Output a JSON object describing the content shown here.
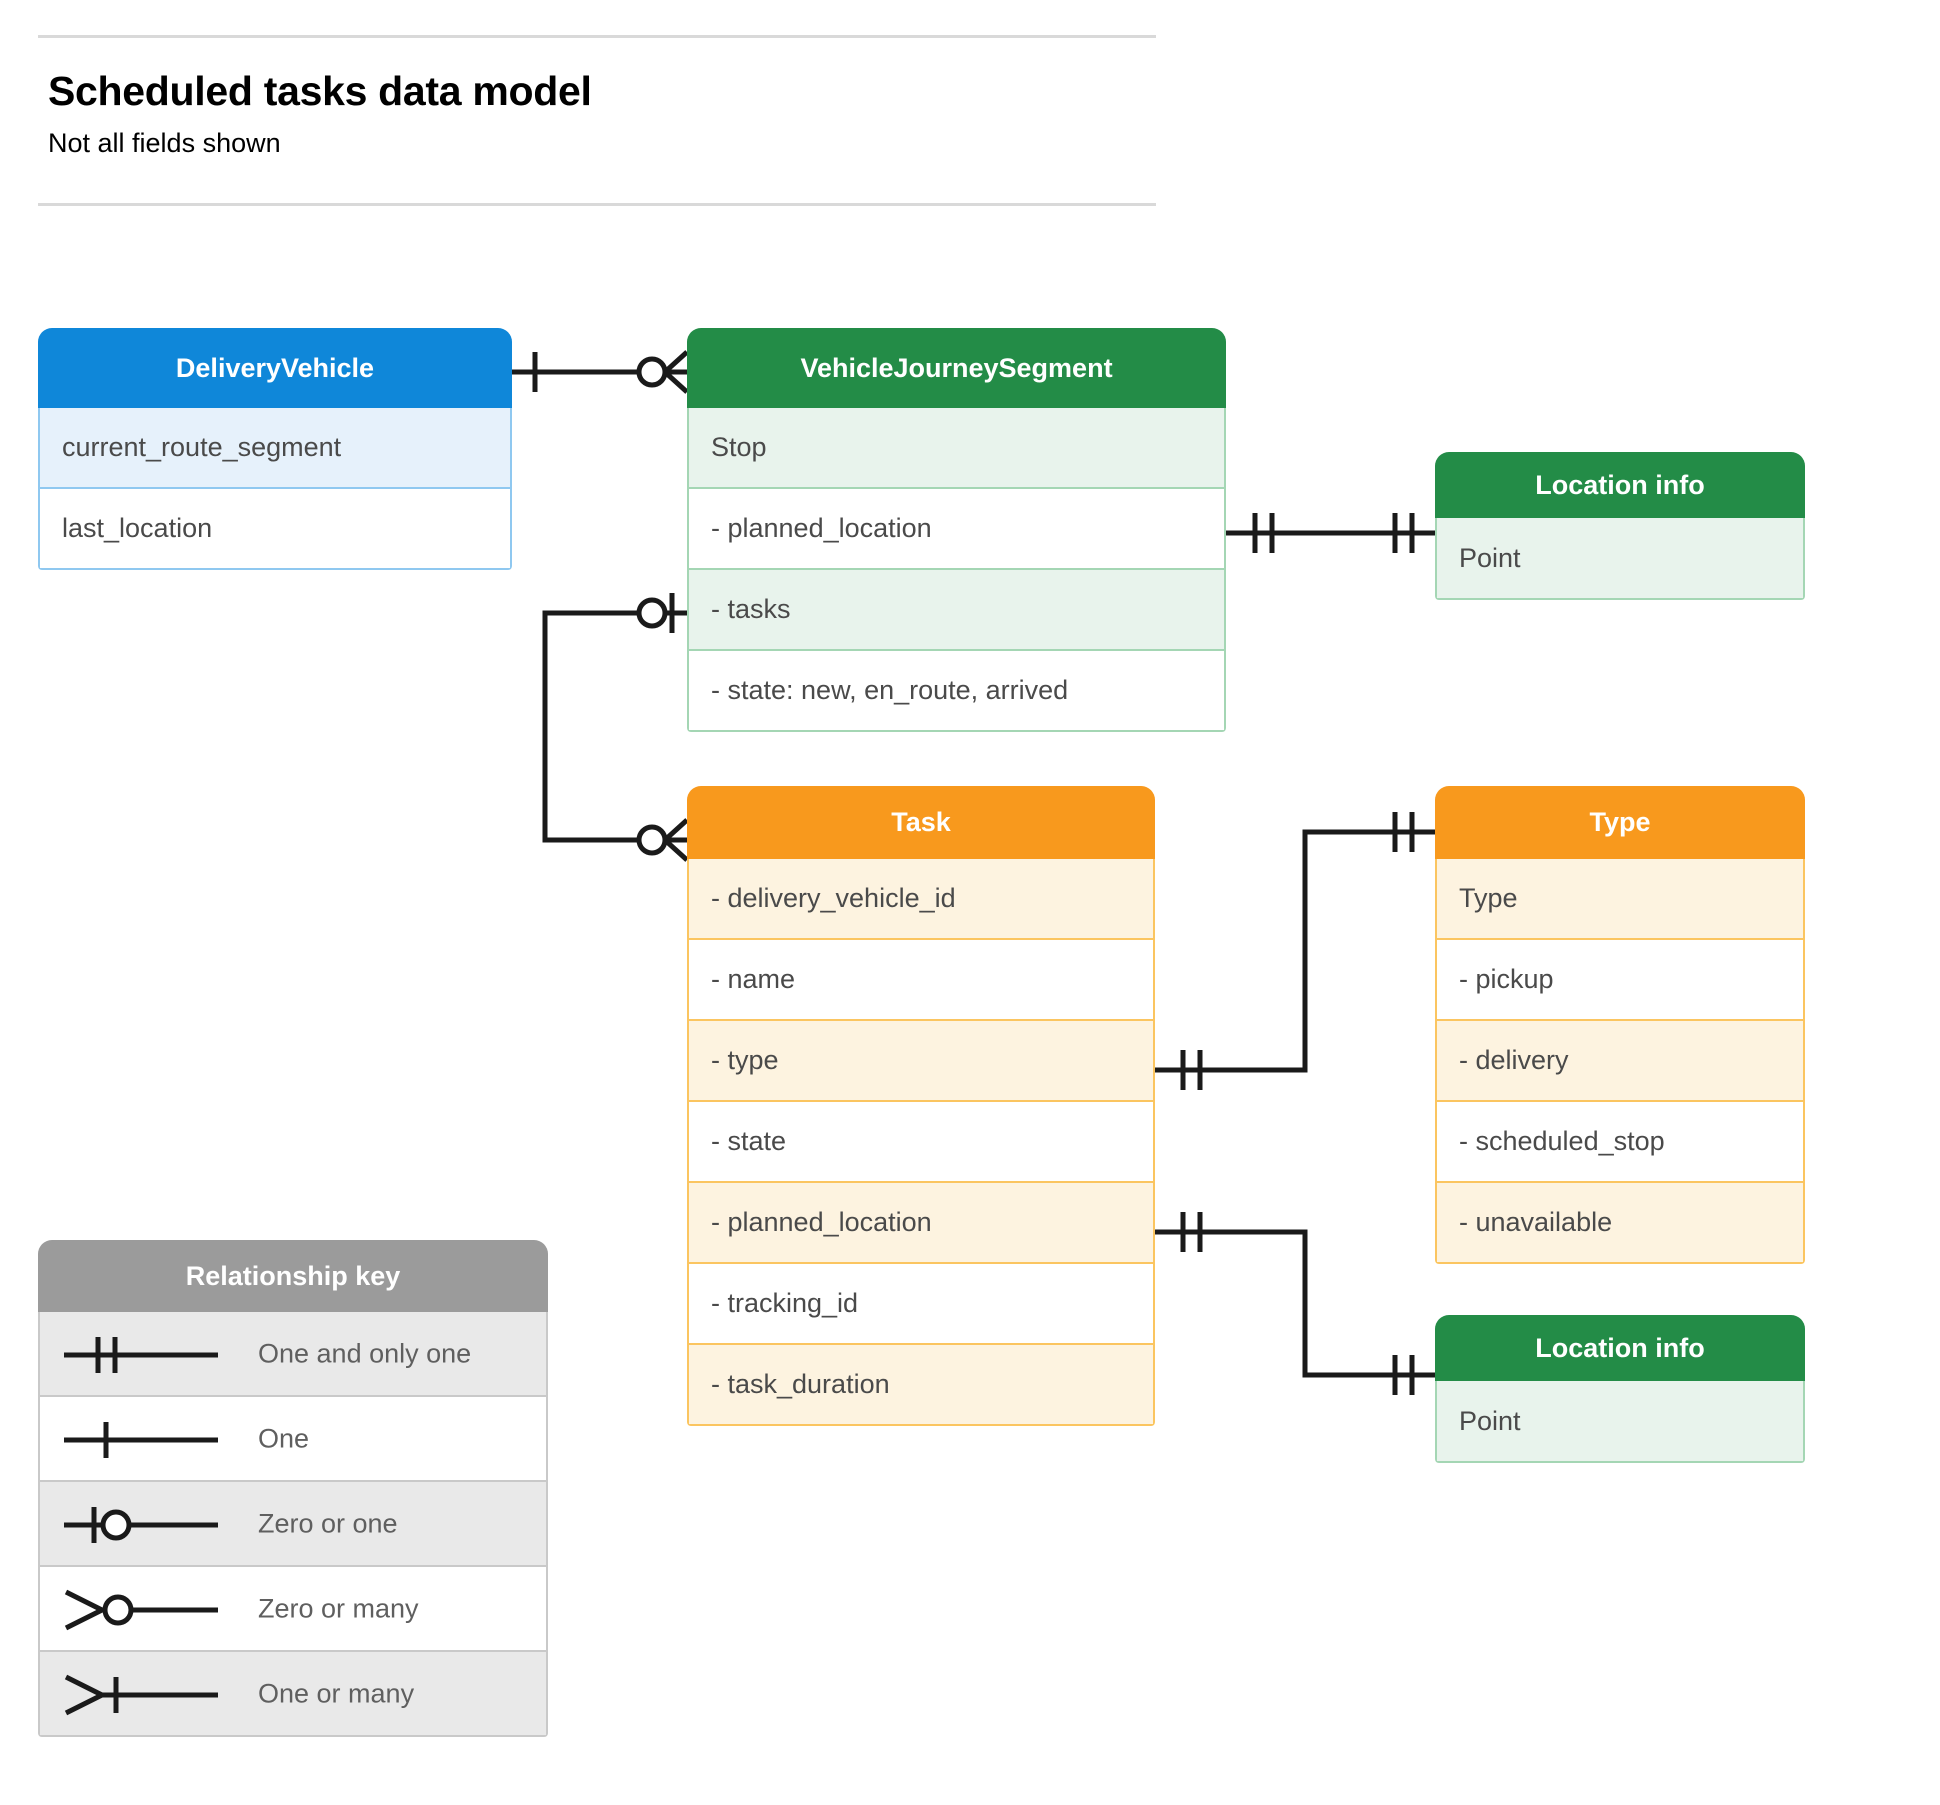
{
  "header": {
    "title": "Scheduled tasks data model",
    "subtitle": "Not all fields shown"
  },
  "entities": {
    "delivery_vehicle": {
      "title": "DeliveryVehicle",
      "color": "#0f87d9",
      "rows": [
        "current_route_segment",
        "last_location"
      ]
    },
    "vehicle_journey_segment": {
      "title": "VehicleJourneySegment",
      "color": "#238c47",
      "rows": [
        "Stop",
        "-  planned_location",
        "- tasks",
        "- state: new, en_route, arrived"
      ]
    },
    "location_info_top": {
      "title": "Location info",
      "color": "#238c47",
      "rows": [
        "Point"
      ]
    },
    "task": {
      "title": "Task",
      "color": "#f8991d",
      "rows": [
        "- delivery_vehicle_id",
        "- name",
        "- type",
        "- state",
        "- planned_location",
        "- tracking_id",
        "- task_duration"
      ]
    },
    "type": {
      "title": "Type",
      "color": "#f8991d",
      "rows": [
        "Type",
        "-   pickup",
        "-   delivery",
        "-   scheduled_stop",
        "-   unavailable"
      ]
    },
    "location_info_bottom": {
      "title": "Location info",
      "color": "#238c47",
      "rows": [
        "Point"
      ]
    }
  },
  "legend": {
    "title": "Relationship key",
    "items": [
      {
        "symbol": "one-and-only-one",
        "label": "One and only one"
      },
      {
        "symbol": "one",
        "label": "One"
      },
      {
        "symbol": "zero-or-one",
        "label": "Zero or one"
      },
      {
        "symbol": "zero-or-many",
        "label": "Zero or many"
      },
      {
        "symbol": "one-or-many",
        "label": "One or many"
      }
    ]
  },
  "relationships": [
    {
      "from": "DeliveryVehicle",
      "from_cardinality": "one",
      "to": "VehicleJourneySegment",
      "to_cardinality": "zero-or-many"
    },
    {
      "from": "VehicleJourneySegment.planned_location",
      "from_cardinality": "one-and-only-one",
      "to": "Location info",
      "to_cardinality": "one-and-only-one"
    },
    {
      "from": "VehicleJourneySegment.tasks",
      "from_cardinality": "zero-or-one",
      "to": "Task",
      "to_cardinality": "zero-or-many"
    },
    {
      "from": "Task.type",
      "from_cardinality": "one-and-only-one",
      "to": "Type",
      "to_cardinality": "one-and-only-one"
    },
    {
      "from": "Task.planned_location",
      "from_cardinality": "one-and-only-one",
      "to": "Location info",
      "to_cardinality": "one-and-only-one"
    }
  ],
  "colors": {
    "blue": "#0f87d9",
    "green": "#238c47",
    "orange": "#f8991d",
    "gray": "#9b9b9b",
    "line": "#1a1a1a"
  }
}
